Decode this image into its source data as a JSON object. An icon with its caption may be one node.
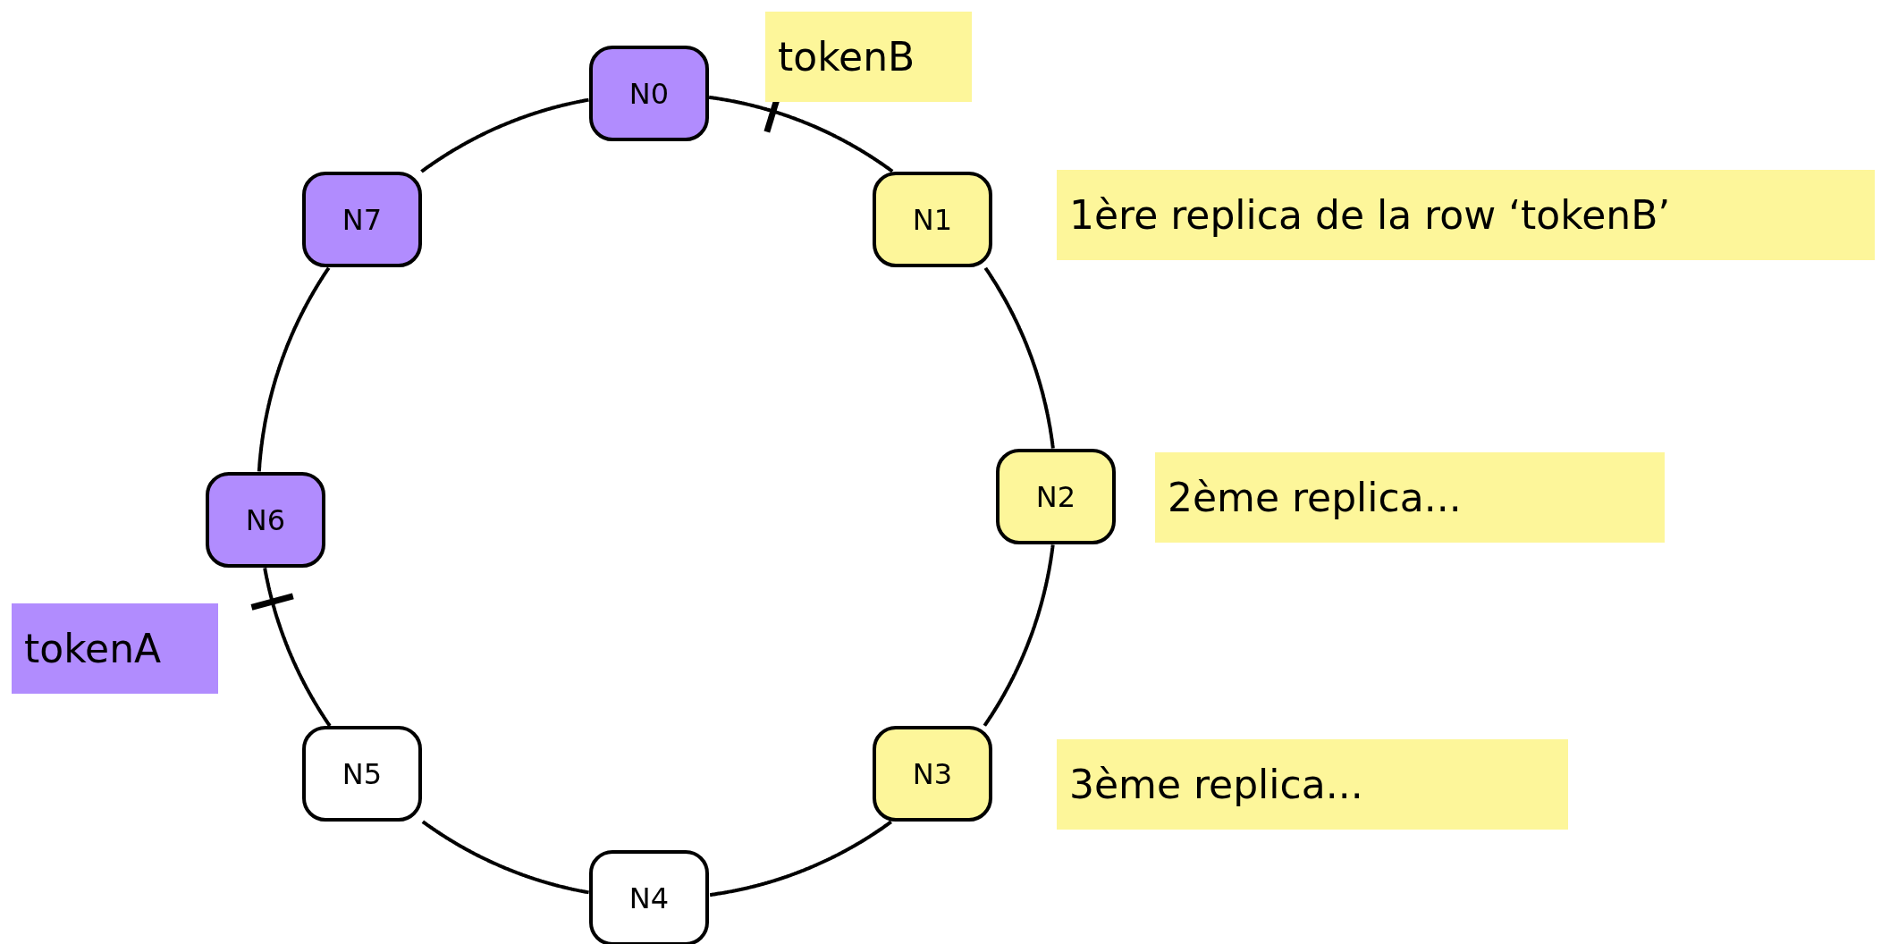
{
  "diagram": {
    "nodes": [
      {
        "text": [
          "N0"
        ]
      },
      {
        "text": [
          "N1"
        ]
      },
      {
        "text": [
          "N2"
        ]
      },
      {
        "text": [
          "N3"
        ]
      },
      {
        "text": [
          "N4"
        ]
      },
      {
        "text": [
          "N5"
        ]
      },
      {
        "text": [
          "N6"
        ]
      },
      {
        "text": [
          "N7"
        ]
      },
      {
        "text": [
          "tokenB"
        ]
      },
      {
        "text": [
          "1ère replica de la row ‘tokenB’"
        ]
      },
      {
        "text": [
          "2ème replica..."
        ]
      },
      {
        "text": [
          "3ème replica..."
        ]
      },
      {
        "text": [
          "tokenA"
        ]
      }
    ],
    "edges": [
      {
        "from": 0,
        "to": 1,
        "arrow": "none"
      },
      {
        "from": 1,
        "to": 2,
        "arrow": "none"
      },
      {
        "from": 2,
        "to": 3,
        "arrow": "none"
      },
      {
        "from": 3,
        "to": 4,
        "arrow": "none"
      },
      {
        "from": 4,
        "to": 5,
        "arrow": "none"
      },
      {
        "from": 5,
        "to": 6,
        "arrow": "none"
      },
      {
        "from": 6,
        "to": 7,
        "arrow": "none"
      },
      {
        "from": 7,
        "to": 0,
        "arrow": "none"
      }
    ]
  }
}
